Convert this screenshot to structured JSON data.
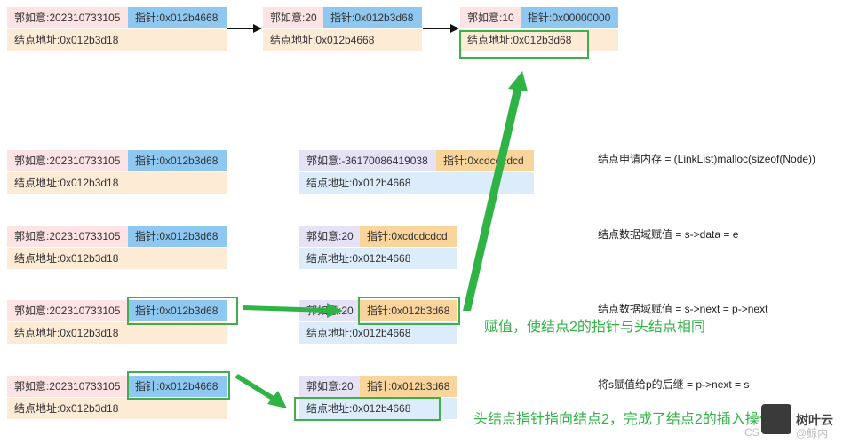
{
  "row1": {
    "node1": {
      "data": "郭如意:202310733105",
      "ptr": "指针:0x012b4668",
      "addr": "结点地址:0x012b3d18"
    },
    "node2": {
      "data": "郭如意:20",
      "ptr": "指针:0x012b3d68",
      "addr": "结点地址:0x012b4668"
    },
    "node3": {
      "data": "郭如意:10",
      "ptr": "指针:0x00000000",
      "addr": "结点地址:0x012b3d68"
    }
  },
  "step1": {
    "head": {
      "data": "郭如意:202310733105",
      "ptr": "指针:0x012b3d68",
      "addr": "结点地址:0x012b3d18"
    },
    "new": {
      "data": "郭如意:-36170086419038",
      "ptr": "指针:0xcdcdcdcd",
      "addr": "结点地址:0x012b4668"
    },
    "note": "结点申请内存 = (LinkList)malloc(sizeof(Node))"
  },
  "step2": {
    "head": {
      "data": "郭如意:202310733105",
      "ptr": "指针:0x012b3d68",
      "addr": "结点地址:0x012b3d18"
    },
    "new": {
      "data": "郭如意:20",
      "ptr": "指针:0xcdcdcdcd",
      "addr": "结点地址:0x012b4668"
    },
    "note": "结点数据域赋值 = s->data = e"
  },
  "step3": {
    "head": {
      "data": "郭如意:202310733105",
      "ptr": "指针:0x012b3d68",
      "addr": "结点地址:0x012b3d18"
    },
    "new": {
      "data": "郭如意:20",
      "ptr": "指针:0x012b3d68",
      "addr": "结点地址:0x012b4668"
    },
    "note": "结点数据域赋值 = s->next = p->next",
    "green_note": "赋值，使结点2的指针与头结点相同"
  },
  "step4": {
    "head": {
      "data": "郭如意:202310733105",
      "ptr": "指针:0x012b4668",
      "addr": "结点地址:0x012b3d18"
    },
    "new": {
      "data": "郭如意:20",
      "ptr": "指针:0x012b3d68",
      "addr": "结点地址:0x012b4668"
    },
    "note": "将s赋值给p的后继 = p->next = s",
    "green_note": "头结点指针指向结点2，完成了结点2的插入操作"
  },
  "watermark": {
    "brand": "树叶云",
    "faint": "@鲸内",
    "faint_left": "CS"
  },
  "colors": {
    "pink": "#fde3e3",
    "blue": "#8ec7f0",
    "orange": "#f9d49b",
    "cream": "#fdebd6",
    "highlight": "#3fae4b"
  }
}
